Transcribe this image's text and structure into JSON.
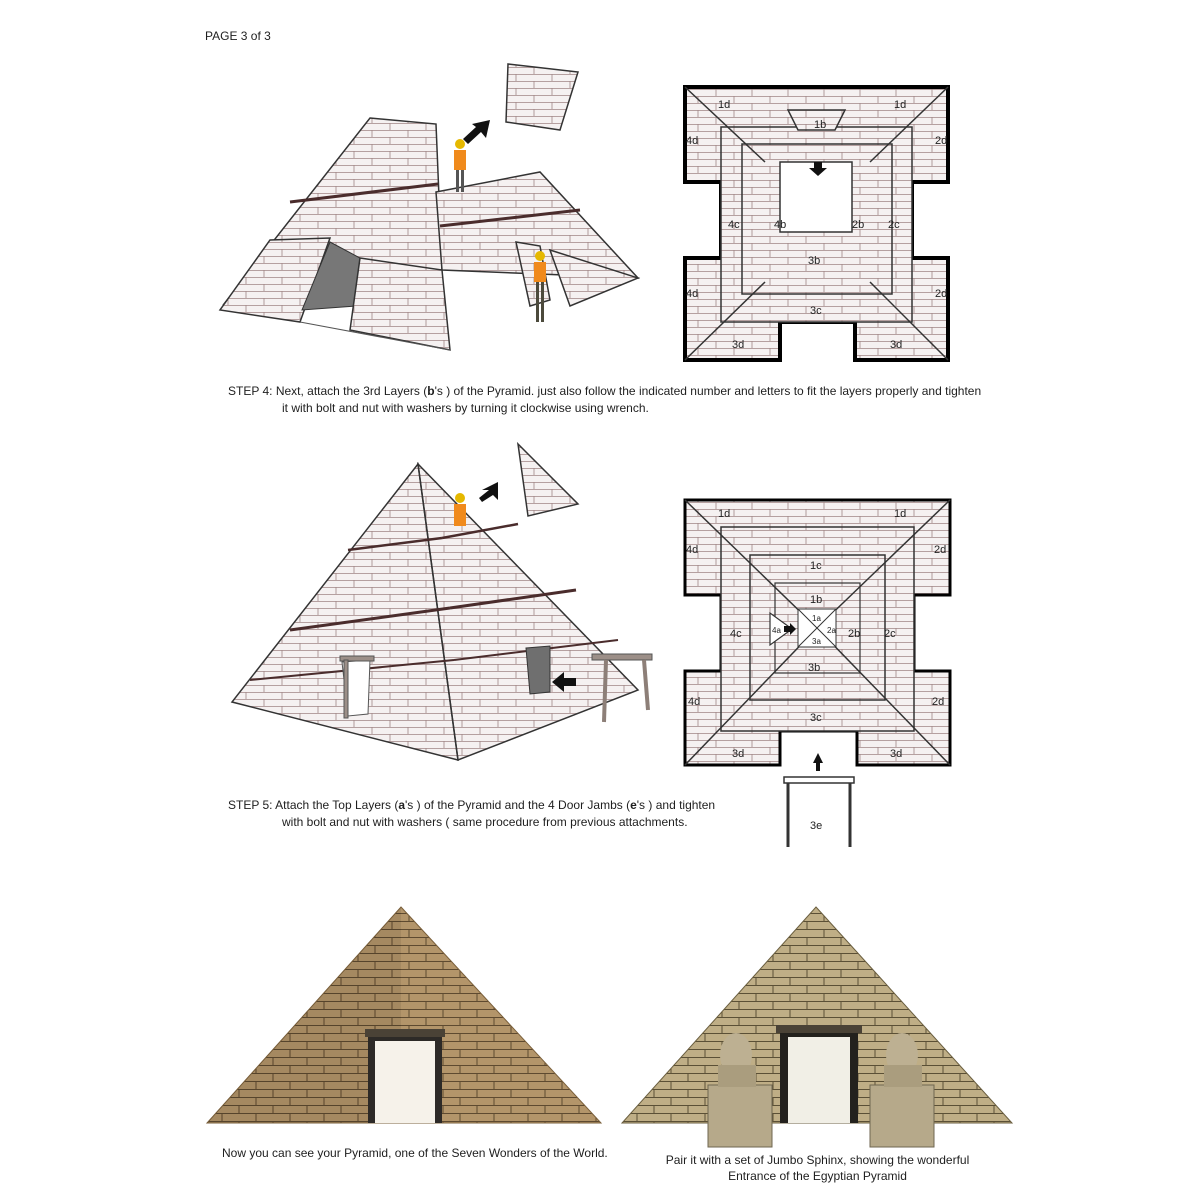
{
  "header": {
    "page_label": "PAGE 3 of 3"
  },
  "step4": {
    "label": "STEP 4:",
    "line1_a": "Next, attach the 3rd Layers (",
    "line1_bold": "b",
    "line1_b": "'s ) of the Pyramid. just also follow the indicated number and letters to fit the layers properly and tighten",
    "line2": "it with bolt and nut with washers by turning it clockwise using wrench.",
    "plan": {
      "tl": "1d",
      "tr": "1d",
      "left_top": "4d",
      "right_top": "2d",
      "top_inner": "1b",
      "left_outer": "4c",
      "left_inner": "4b",
      "right_inner": "2b",
      "right_outer": "2c",
      "bottom_inner": "3b",
      "bottom_outer": "3c",
      "left_bottom": "4d",
      "right_bottom": "2d",
      "bl": "3d",
      "br": "3d"
    }
  },
  "step5": {
    "label": "STEP 5:",
    "line1_a": "Attach the Top Layers (",
    "line1_bold1": "a",
    "line1_b": "'s ) of the Pyramid and the 4 Door Jambs (",
    "line1_bold2": "e",
    "line1_c": "'s )  and tighten",
    "line2": "with bolt and nut with washers ( same procedure from previous attachments.",
    "plan": {
      "tl": "1d",
      "tr": "1d",
      "left_top": "4d",
      "right_top": "2d",
      "c1": "1c",
      "b1": "1b",
      "a1": "1a",
      "a2": "2a",
      "a3": "3a",
      "a4": "4a",
      "left_outer": "4c",
      "right_inner": "2b",
      "right_outer": "2c",
      "b3": "3b",
      "c3": "3c",
      "left_bottom": "4d",
      "right_bottom": "2d",
      "bl": "3d",
      "br": "3d",
      "jamb": "3e"
    }
  },
  "final": {
    "left_caption": "Now you can see your Pyramid, one of the Seven Wonders of the World.",
    "right_caption_line1": "Pair it with a set of Jumbo Sphinx, showing the wonderful",
    "right_caption_line2": "Entrance of the Egyptian Pyramid"
  },
  "colors": {
    "stone_light": "#f4efef",
    "brick_line": "#8c6e6e",
    "outline": "#2a2a2a",
    "sand": "#b09160",
    "vest": "#f08a1c"
  }
}
